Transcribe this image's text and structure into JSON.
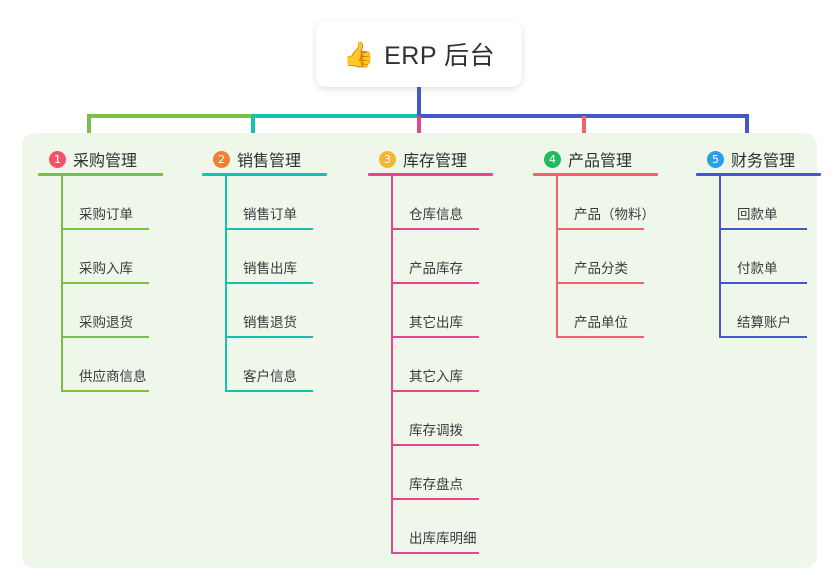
{
  "root": {
    "icon": "thumbs-up-icon",
    "emoji": "👍",
    "title": "ERP 后台"
  },
  "palette": {
    "panel_background": "#eef7ea",
    "page_background": "#ffffff",
    "root_text": "#2f3034",
    "branch_green": "#7ac143",
    "branch_teal": "#16c2a9",
    "branch_pink": "#e8458f",
    "branch_red": "#f4606c",
    "branch_blue": "#4558c8",
    "badge_1": "#f0546a",
    "badge_2": "#f08133",
    "badge_3": "#f5b731",
    "badge_4": "#22ba5e",
    "badge_5": "#2aa0e8"
  },
  "columns": [
    {
      "index": "1",
      "title": "采购管理",
      "color": "#7ac143",
      "badge_color": "#f0546a",
      "items": [
        "采购订单",
        "采购入库",
        "采购退货",
        "供应商信息"
      ]
    },
    {
      "index": "2",
      "title": "销售管理",
      "color": "#16c2a9",
      "badge_color": "#f08133",
      "items": [
        "销售订单",
        "销售出库",
        "销售退货",
        "客户信息"
      ]
    },
    {
      "index": "3",
      "title": "库存管理",
      "color": "#e8458f",
      "badge_color": "#f5b731",
      "items": [
        "仓库信息",
        "产品库存",
        "其它出库",
        "其它入库",
        "库存调拨",
        "库存盘点",
        "出库库明细"
      ]
    },
    {
      "index": "4",
      "title": "产品管理",
      "color": "#f4606c",
      "badge_color": "#22ba5e",
      "items": [
        "产品（物料）",
        "产品分类",
        "产品单位"
      ]
    },
    {
      "index": "5",
      "title": "财务管理",
      "color": "#4558c8",
      "badge_color": "#2aa0e8",
      "items": [
        "回款单",
        "付款单",
        "结算账户"
      ]
    }
  ]
}
